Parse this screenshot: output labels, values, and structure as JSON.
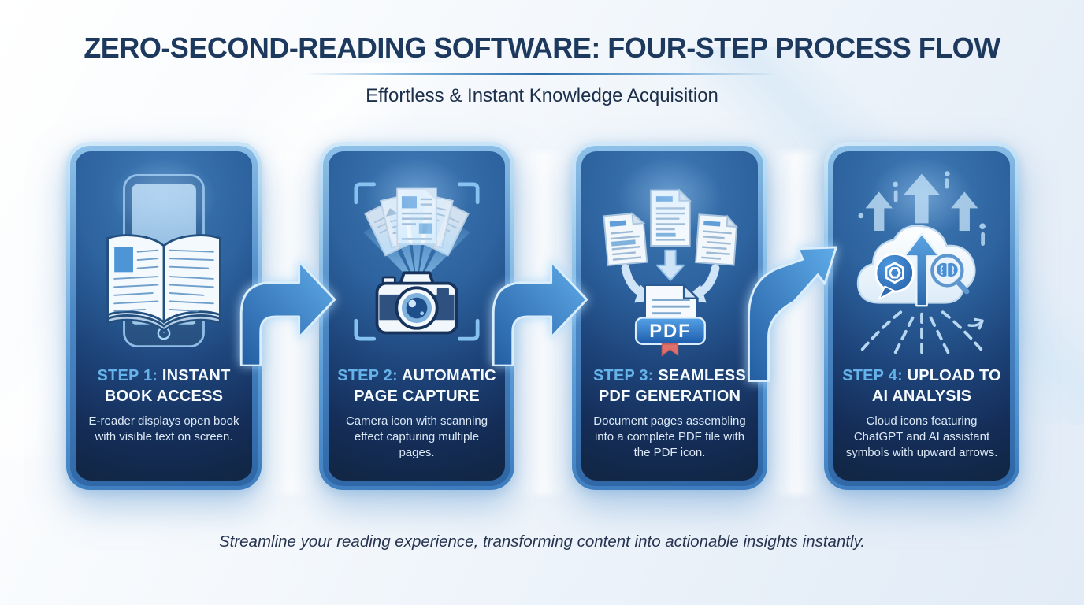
{
  "header": {
    "title": "ZERO-SECOND-READING SOFTWARE: FOUR-STEP PROCESS FLOW",
    "subtitle": "Effortless & Instant Knowledge Acquisition"
  },
  "steps": [
    {
      "label": "STEP 1:",
      "title": "INSTANT BOOK ACCESS",
      "description": "E-reader displays open book with visible text on screen.",
      "icon": "ereader-open-book-icon"
    },
    {
      "label": "STEP 2:",
      "title": "AUTOMATIC PAGE CAPTURE",
      "description": "Camera icon with scanning effect capturing multiple pages.",
      "icon": "camera-scanning-icon"
    },
    {
      "label": "STEP 3:",
      "title": "SEAMLESS PDF GENERATION",
      "description": "Document pages assembling into a complete PDF file with the PDF icon.",
      "icon": "documents-to-pdf-icon"
    },
    {
      "label": "STEP 4:",
      "title": "UPLOAD TO AI ANALYSIS",
      "description": "Cloud icons featuring ChatGPT and AI assistant symbols with upward arrows.",
      "icon": "cloud-ai-upload-icon"
    }
  ],
  "pdf_badge_label": "PDF",
  "footer": {
    "tagline": "Streamline your reading experience, transforming content into actionable insights instantly."
  },
  "colors": {
    "accent_light_blue": "#66b3ea",
    "card_navy": "#142c56",
    "card_border_blue": "#5f9fd8",
    "title_navy": "#1d3a5e",
    "arrow_blue": "#3f84c8",
    "pdf_ribbon_red": "#e0706c",
    "background_light": "#eef5fb"
  }
}
